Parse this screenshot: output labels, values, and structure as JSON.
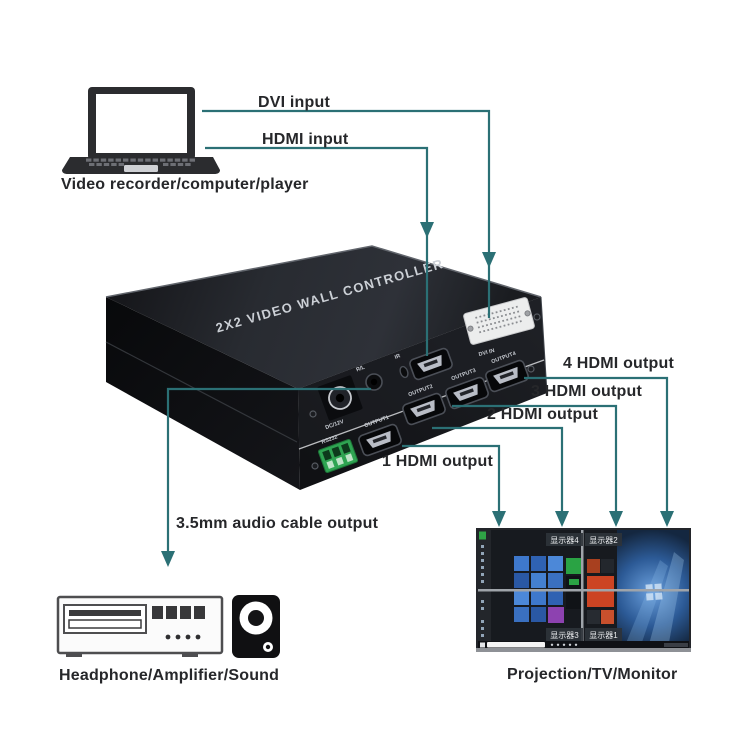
{
  "colors": {
    "connector_line": "#2b7075",
    "label_text": "#26272a",
    "rs232_green": "#2fa452",
    "device_body": "#17181c"
  },
  "source_device": {
    "caption": "Video recorder/computer/player"
  },
  "input_labels": {
    "dvi": "DVI input",
    "hdmi": "HDMI input"
  },
  "controller": {
    "top_label": "2X2 VIDEO WALL CONTROLLER",
    "port_labels": {
      "power": "DC/12V",
      "audio_rl": "R/L",
      "ir": "IR",
      "dvi_in": "DVI IN",
      "rs232": "RS232",
      "output1": "OUTPUT1",
      "output2": "OUTPUT2",
      "output3": "OUTPUT3",
      "output4": "OUTPUT4"
    }
  },
  "output_labels": {
    "hdmi1": "1 HDMI output",
    "hdmi2": "2 HDMI output",
    "hdmi3": "3 HDMI output",
    "hdmi4": "4 HDMI output",
    "audio": "3.5mm audio cable output"
  },
  "audio_device": {
    "caption": "Headphone/Amplifier/Sound"
  },
  "display_device": {
    "caption": "Projection/TV/Monitor",
    "screen_labels": {
      "top_left": "显示器4",
      "top_right": "显示器2",
      "bottom_left": "显示器3",
      "bottom_right": "显示器1"
    }
  }
}
